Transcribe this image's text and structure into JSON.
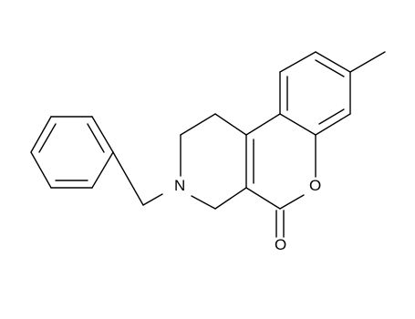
{
  "molecule": {
    "atoms": {
      "nitrogen": "N",
      "ring_oxygen": "O",
      "carbonyl_oxygen": "O"
    }
  },
  "colors": {
    "bond": "#000000",
    "background": "#ffffff"
  }
}
